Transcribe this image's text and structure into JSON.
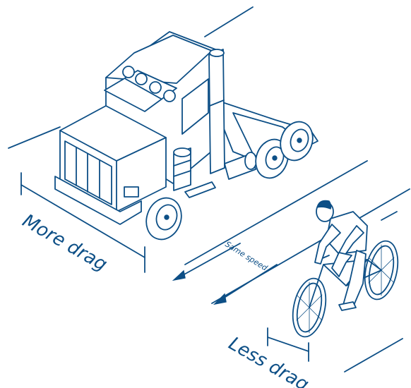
{
  "labels": {
    "more_drag": "More drag",
    "same_speed": "Same speed",
    "less_drag": "Less drag"
  },
  "colors": {
    "line": "#0d4f86",
    "background": "#ffffff"
  }
}
